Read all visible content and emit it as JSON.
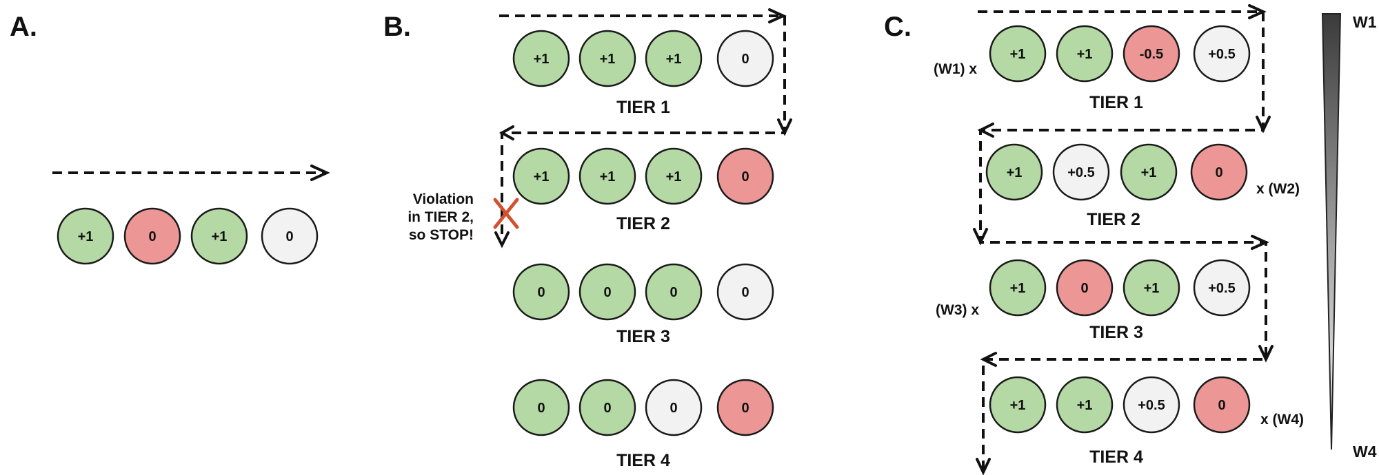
{
  "colors": {
    "positive": "#b4d9a4",
    "violation": "#ec9696",
    "neutral": "#f2f2f2",
    "stroke": "#1a1a1a",
    "cross": "#d3512f"
  },
  "panels": {
    "a": {
      "label": "A.",
      "nodes": [
        {
          "value": "+1",
          "state": "positive"
        },
        {
          "value": "0",
          "state": "violation"
        },
        {
          "value": "+1",
          "state": "positive"
        },
        {
          "value": "0",
          "state": "neutral"
        }
      ]
    },
    "b": {
      "label": "B.",
      "tiers": [
        {
          "label": "TIER 1",
          "nodes": [
            {
              "value": "+1",
              "state": "positive"
            },
            {
              "value": "+1",
              "state": "positive"
            },
            {
              "value": "+1",
              "state": "positive"
            },
            {
              "value": "0",
              "state": "neutral"
            }
          ]
        },
        {
          "label": "TIER 2",
          "nodes": [
            {
              "value": "+1",
              "state": "positive"
            },
            {
              "value": "+1",
              "state": "positive"
            },
            {
              "value": "+1",
              "state": "positive"
            },
            {
              "value": "0",
              "state": "violation"
            }
          ]
        },
        {
          "label": "TIER 3",
          "nodes": [
            {
              "value": "0",
              "state": "positive"
            },
            {
              "value": "0",
              "state": "positive"
            },
            {
              "value": "0",
              "state": "positive"
            },
            {
              "value": "0",
              "state": "neutral"
            }
          ]
        },
        {
          "label": "TIER 4",
          "nodes": [
            {
              "value": "0",
              "state": "positive"
            },
            {
              "value": "0",
              "state": "positive"
            },
            {
              "value": "0",
              "state": "neutral"
            },
            {
              "value": "0",
              "state": "violation"
            }
          ]
        }
      ],
      "stop_note": [
        "Violation",
        "in TIER 2,",
        "so STOP!"
      ]
    },
    "c": {
      "label": "C.",
      "tiers": [
        {
          "label": "TIER 1",
          "weight_label": "(W1) x",
          "nodes": [
            {
              "value": "+1",
              "state": "positive"
            },
            {
              "value": "+1",
              "state": "positive"
            },
            {
              "value": "-0.5",
              "state": "violation"
            },
            {
              "value": "+0.5",
              "state": "neutral"
            }
          ]
        },
        {
          "label": "TIER 2",
          "weight_label": "x (W2)",
          "nodes": [
            {
              "value": "+1",
              "state": "positive"
            },
            {
              "value": "+0.5",
              "state": "neutral"
            },
            {
              "value": "+1",
              "state": "positive"
            },
            {
              "value": "0",
              "state": "violation"
            }
          ]
        },
        {
          "label": "TIER 3",
          "weight_label": "(W3) x",
          "nodes": [
            {
              "value": "+1",
              "state": "positive"
            },
            {
              "value": "0",
              "state": "violation"
            },
            {
              "value": "+1",
              "state": "positive"
            },
            {
              "value": "+0.5",
              "state": "neutral"
            }
          ]
        },
        {
          "label": "TIER 4",
          "weight_label": "x (W4)",
          "nodes": [
            {
              "value": "+1",
              "state": "positive"
            },
            {
              "value": "+1",
              "state": "positive"
            },
            {
              "value": "+0.5",
              "state": "neutral"
            },
            {
              "value": "0",
              "state": "violation"
            }
          ]
        }
      ],
      "scale": {
        "top_label": "W1",
        "bottom_label": "W4"
      }
    }
  }
}
